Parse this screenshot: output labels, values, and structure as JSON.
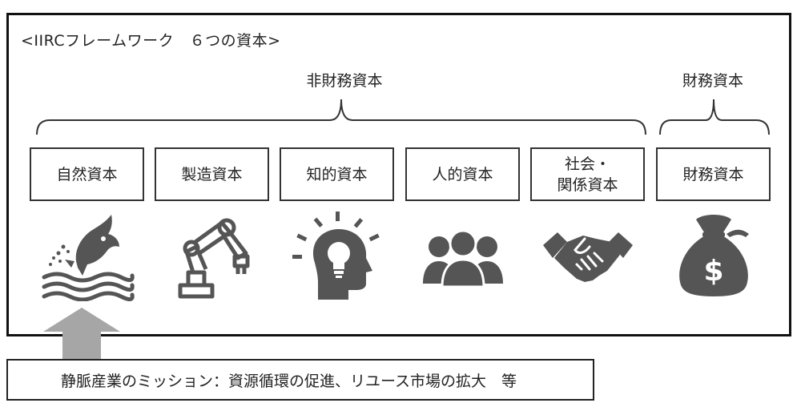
{
  "framework": {
    "title": "<IIRCフレームワーク　６つの資本>"
  },
  "groups": {
    "non_financial": "非財務資本",
    "financial": "財務資本"
  },
  "capitals": [
    {
      "label_lines": [
        "自然資本"
      ],
      "icon": "fish-water-icon"
    },
    {
      "label_lines": [
        "製造資本"
      ],
      "icon": "robot-arm-icon"
    },
    {
      "label_lines": [
        "知的資本"
      ],
      "icon": "lightbulb-head-icon"
    },
    {
      "label_lines": [
        "人的資本"
      ],
      "icon": "people-icon"
    },
    {
      "label_lines": [
        "社会・",
        "関係資本"
      ],
      "icon": "handshake-icon"
    },
    {
      "label_lines": [
        "財務資本"
      ],
      "icon": "money-bag-icon"
    }
  ],
  "mission": {
    "text": "静脈産業のミッション：資源循環の促進、リユース市場の拡大　等"
  },
  "colors": {
    "icon": "#555555",
    "arrow": "#a6a6a6",
    "border": "#222222"
  }
}
